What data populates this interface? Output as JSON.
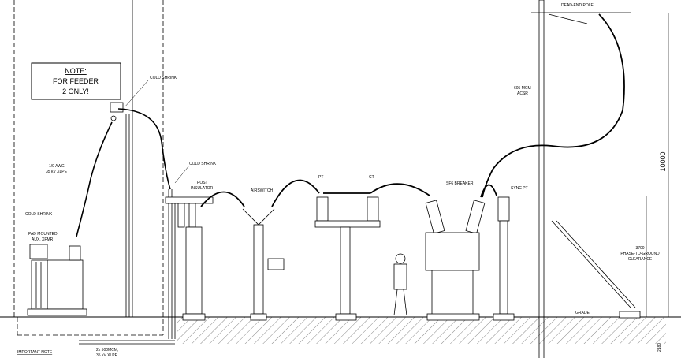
{
  "note": {
    "line1": "NOTE:",
    "line2": "FOR FEEDER",
    "line3": "2 ONLY!"
  },
  "labels": {
    "cold_shrink_top": "COLD SHRINK",
    "cold_shrink_mid": "COLD SHRINK",
    "cold_shrink_left": "COLD SHRINK",
    "cable_1_0": "1/0 AWG",
    "cable_1_0_b": "35 kV XLPE",
    "pad_xfmr": "PAD MOUNTED",
    "pad_xfmr_b": "AUX. XFMR",
    "post_insulator": "POST",
    "post_insulator_b": "INSULATOR",
    "airswitch": "AIRSWITCH",
    "pt": "PT",
    "ct": "CT",
    "breaker": "SF6 BREAKER",
    "sync_pt": "SYNC PT",
    "acsr": "605 MCM",
    "acsr_b": "ACSR",
    "dead_end": "DEAD-END POLE",
    "clearance": "3700",
    "clearance_b": "PHASE-TO-GROUND",
    "clearance_c": "CLEARANCE",
    "grade": "GRADE",
    "dim_10000": "10000",
    "dim_2180": "2180",
    "important": "IMPORTANT NOTE",
    "cable_500": "2x 500MCM,",
    "cable_500_b": "35 kV XLPE"
  }
}
